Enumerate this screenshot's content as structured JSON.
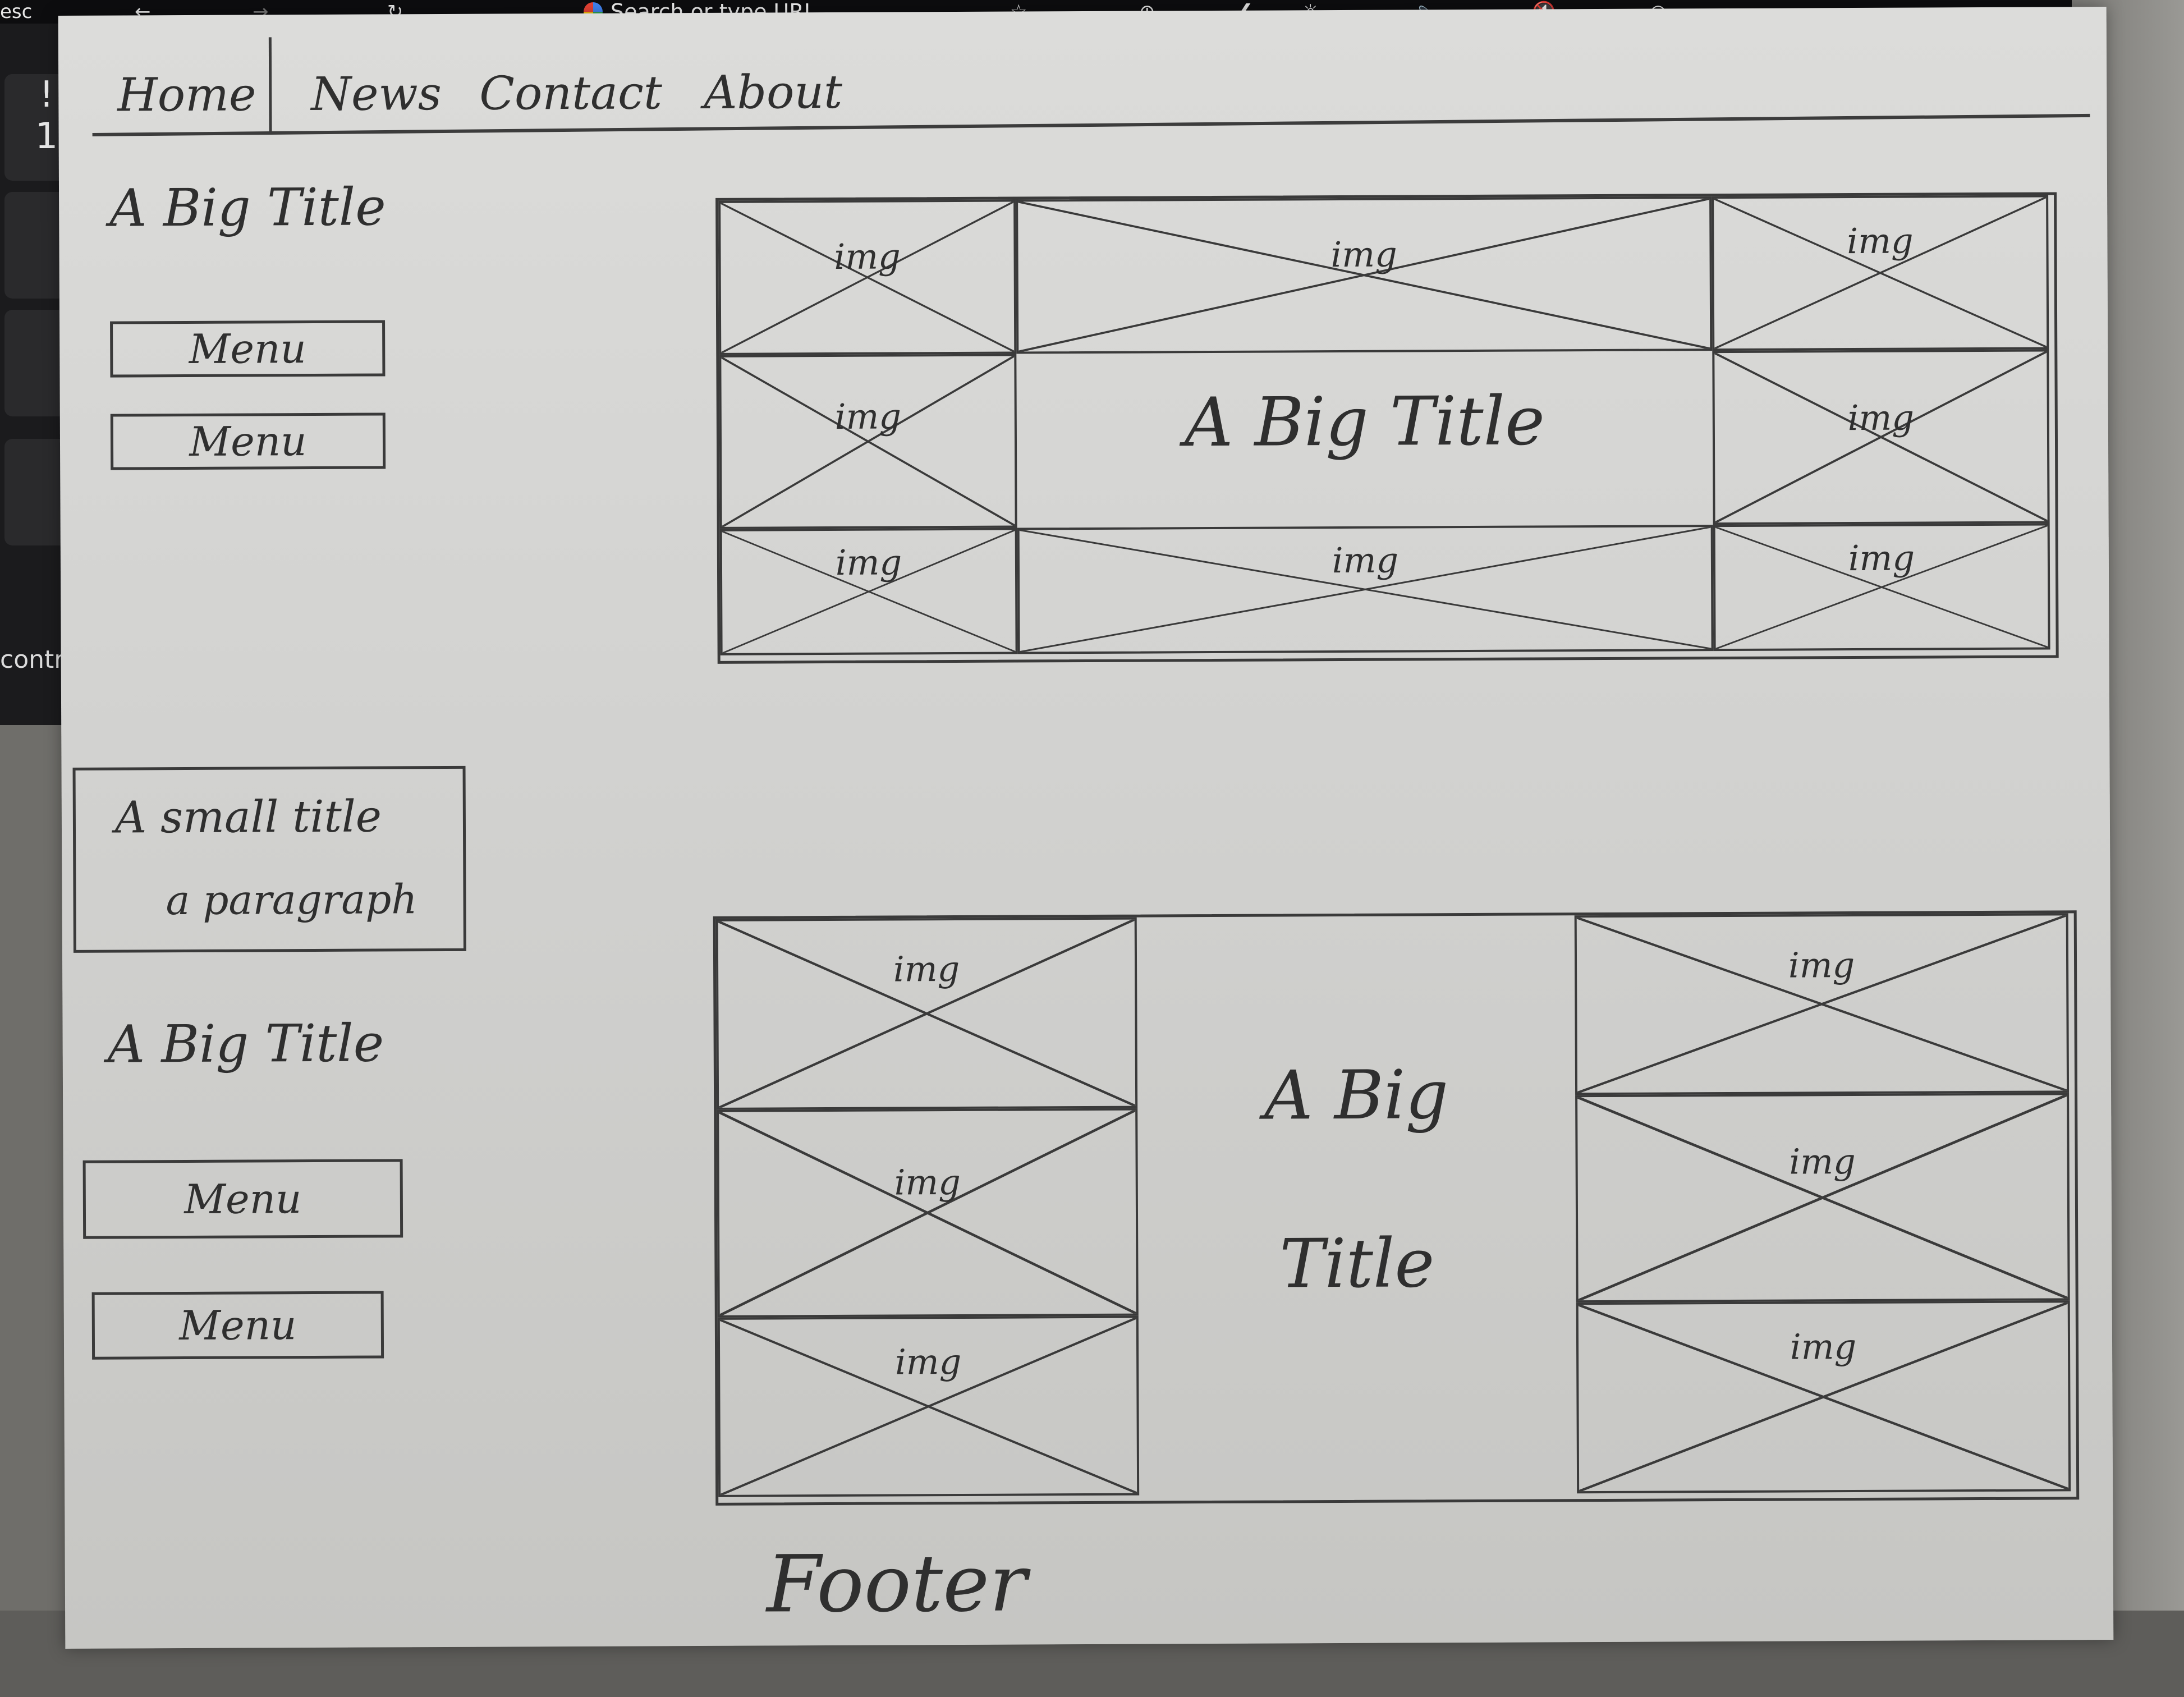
{
  "touchbar": {
    "esc": "esc",
    "url_placeholder": "Search or type URL",
    "icons": [
      "back-arrow-icon",
      "forward-arrow-icon",
      "reload-icon",
      "star-icon",
      "add-icon",
      "chevron-left-icon",
      "brightness-icon",
      "volume-icon",
      "mute-icon",
      "siri-icon"
    ]
  },
  "keyboard": {
    "key1_top": "!",
    "key1_bottom": "1",
    "control_label": "contr"
  },
  "nav": {
    "items": [
      "Home",
      "News",
      "Contact",
      "About"
    ]
  },
  "sidebar_top": {
    "title": "A Big Title",
    "menus": [
      "Menu",
      "Menu"
    ]
  },
  "card": {
    "title": "A small title",
    "paragraph": "a paragraph"
  },
  "sidebar_bottom": {
    "title": "A Big Title",
    "menus": [
      "Menu",
      "Menu"
    ]
  },
  "grid_top": {
    "img_label": "img",
    "center_title": "A Big Title"
  },
  "grid_bottom": {
    "img_label": "img",
    "center_title_line1": "A Big",
    "center_title_line2": "Title"
  },
  "footer": {
    "text": "Footer"
  }
}
